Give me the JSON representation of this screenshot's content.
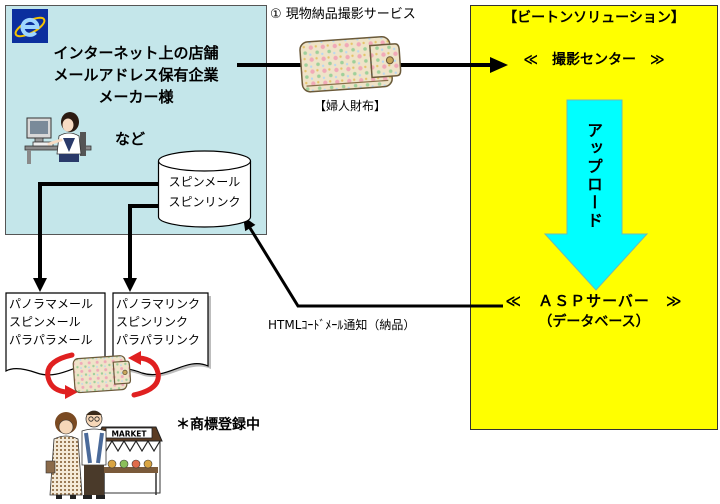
{
  "service": {
    "title": "① 現物納品撮影サービス",
    "product_caption": "【婦人財布】"
  },
  "client_box": {
    "lines": [
      "インターネット上の店舗",
      "メールアドレス保有企業",
      "メーカー様"
    ],
    "etc": "など"
  },
  "database": {
    "lines": [
      "スピンメール",
      "スピンリンク"
    ]
  },
  "beeton": {
    "title": "【ビートンソリューション】",
    "studio": "≪　撮影センター　≫",
    "upload": "アップロード",
    "server": "≪　ＡＳＰサーバー　≫",
    "server_sub": "（データベース）"
  },
  "notification": {
    "label": "HTMLｺｰﾄﾞﾒｰﾙ通知（納品）"
  },
  "mail_doc": {
    "lines": [
      "パノラマメール",
      "スピンメール",
      "パラパラメール"
    ]
  },
  "link_doc": {
    "lines": [
      "パノラマリンク",
      "スピンリンク",
      "パラパラリンク"
    ]
  },
  "trademark_note": "＊商標登録中",
  "market_sign": "MARKET",
  "icons": {
    "browser_logo": "internet-explorer-icon",
    "office_worker": "woman-at-computer-icon",
    "database": "database-cylinder-icon",
    "product": "wallet-icon",
    "cycle": "circular-arrows-icon",
    "shoppers": "couple-at-market-icon",
    "upload": "down-arrow-icon"
  },
  "colors": {
    "client_box": "#c4e6ea",
    "beeton_box": "#ffff00",
    "upload_arrow": "#00ffff",
    "cycle_arrows": "#e02020",
    "flow_arrows": "#000000"
  }
}
